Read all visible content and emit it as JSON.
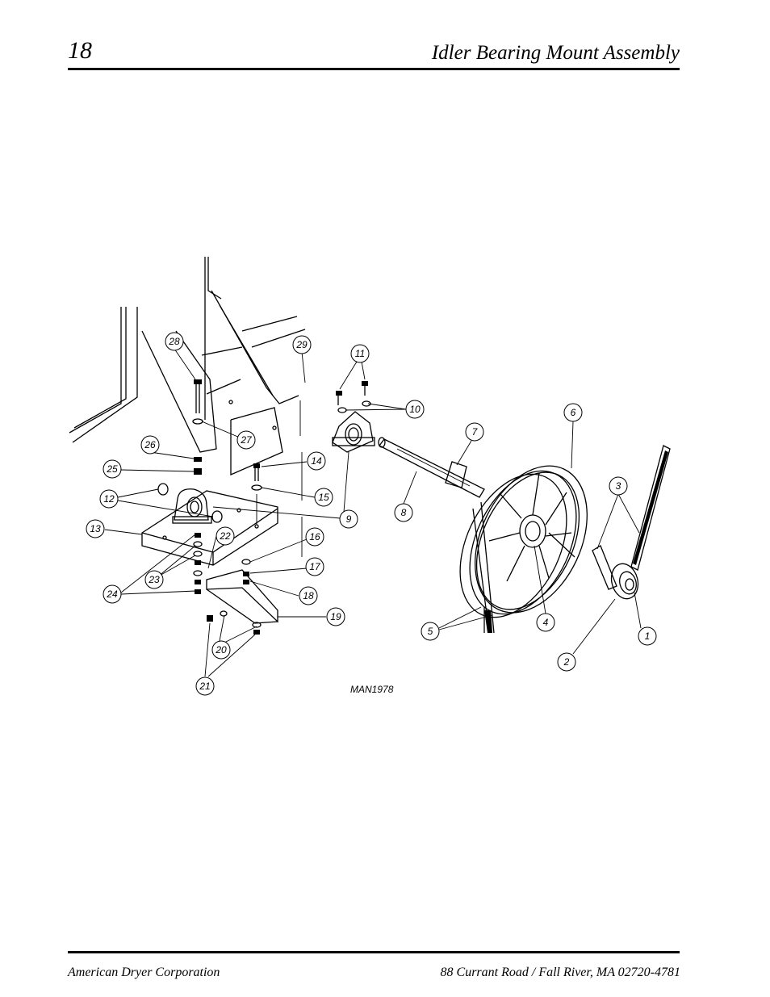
{
  "header": {
    "page_number": "18",
    "title": "Idler Bearing Mount Assembly"
  },
  "figure": {
    "drawing_id": "MAN1978",
    "callouts": [
      "1",
      "2",
      "3",
      "4",
      "5",
      "6",
      "7",
      "8",
      "9",
      "10",
      "11",
      "12",
      "13",
      "14",
      "15",
      "16",
      "17",
      "18",
      "19",
      "20",
      "21",
      "22",
      "23",
      "24",
      "25",
      "26",
      "27",
      "28",
      "29"
    ]
  },
  "footer": {
    "company": "American Dryer Corporation",
    "address": "88 Currant Road / Fall River, MA 02720-4781"
  }
}
